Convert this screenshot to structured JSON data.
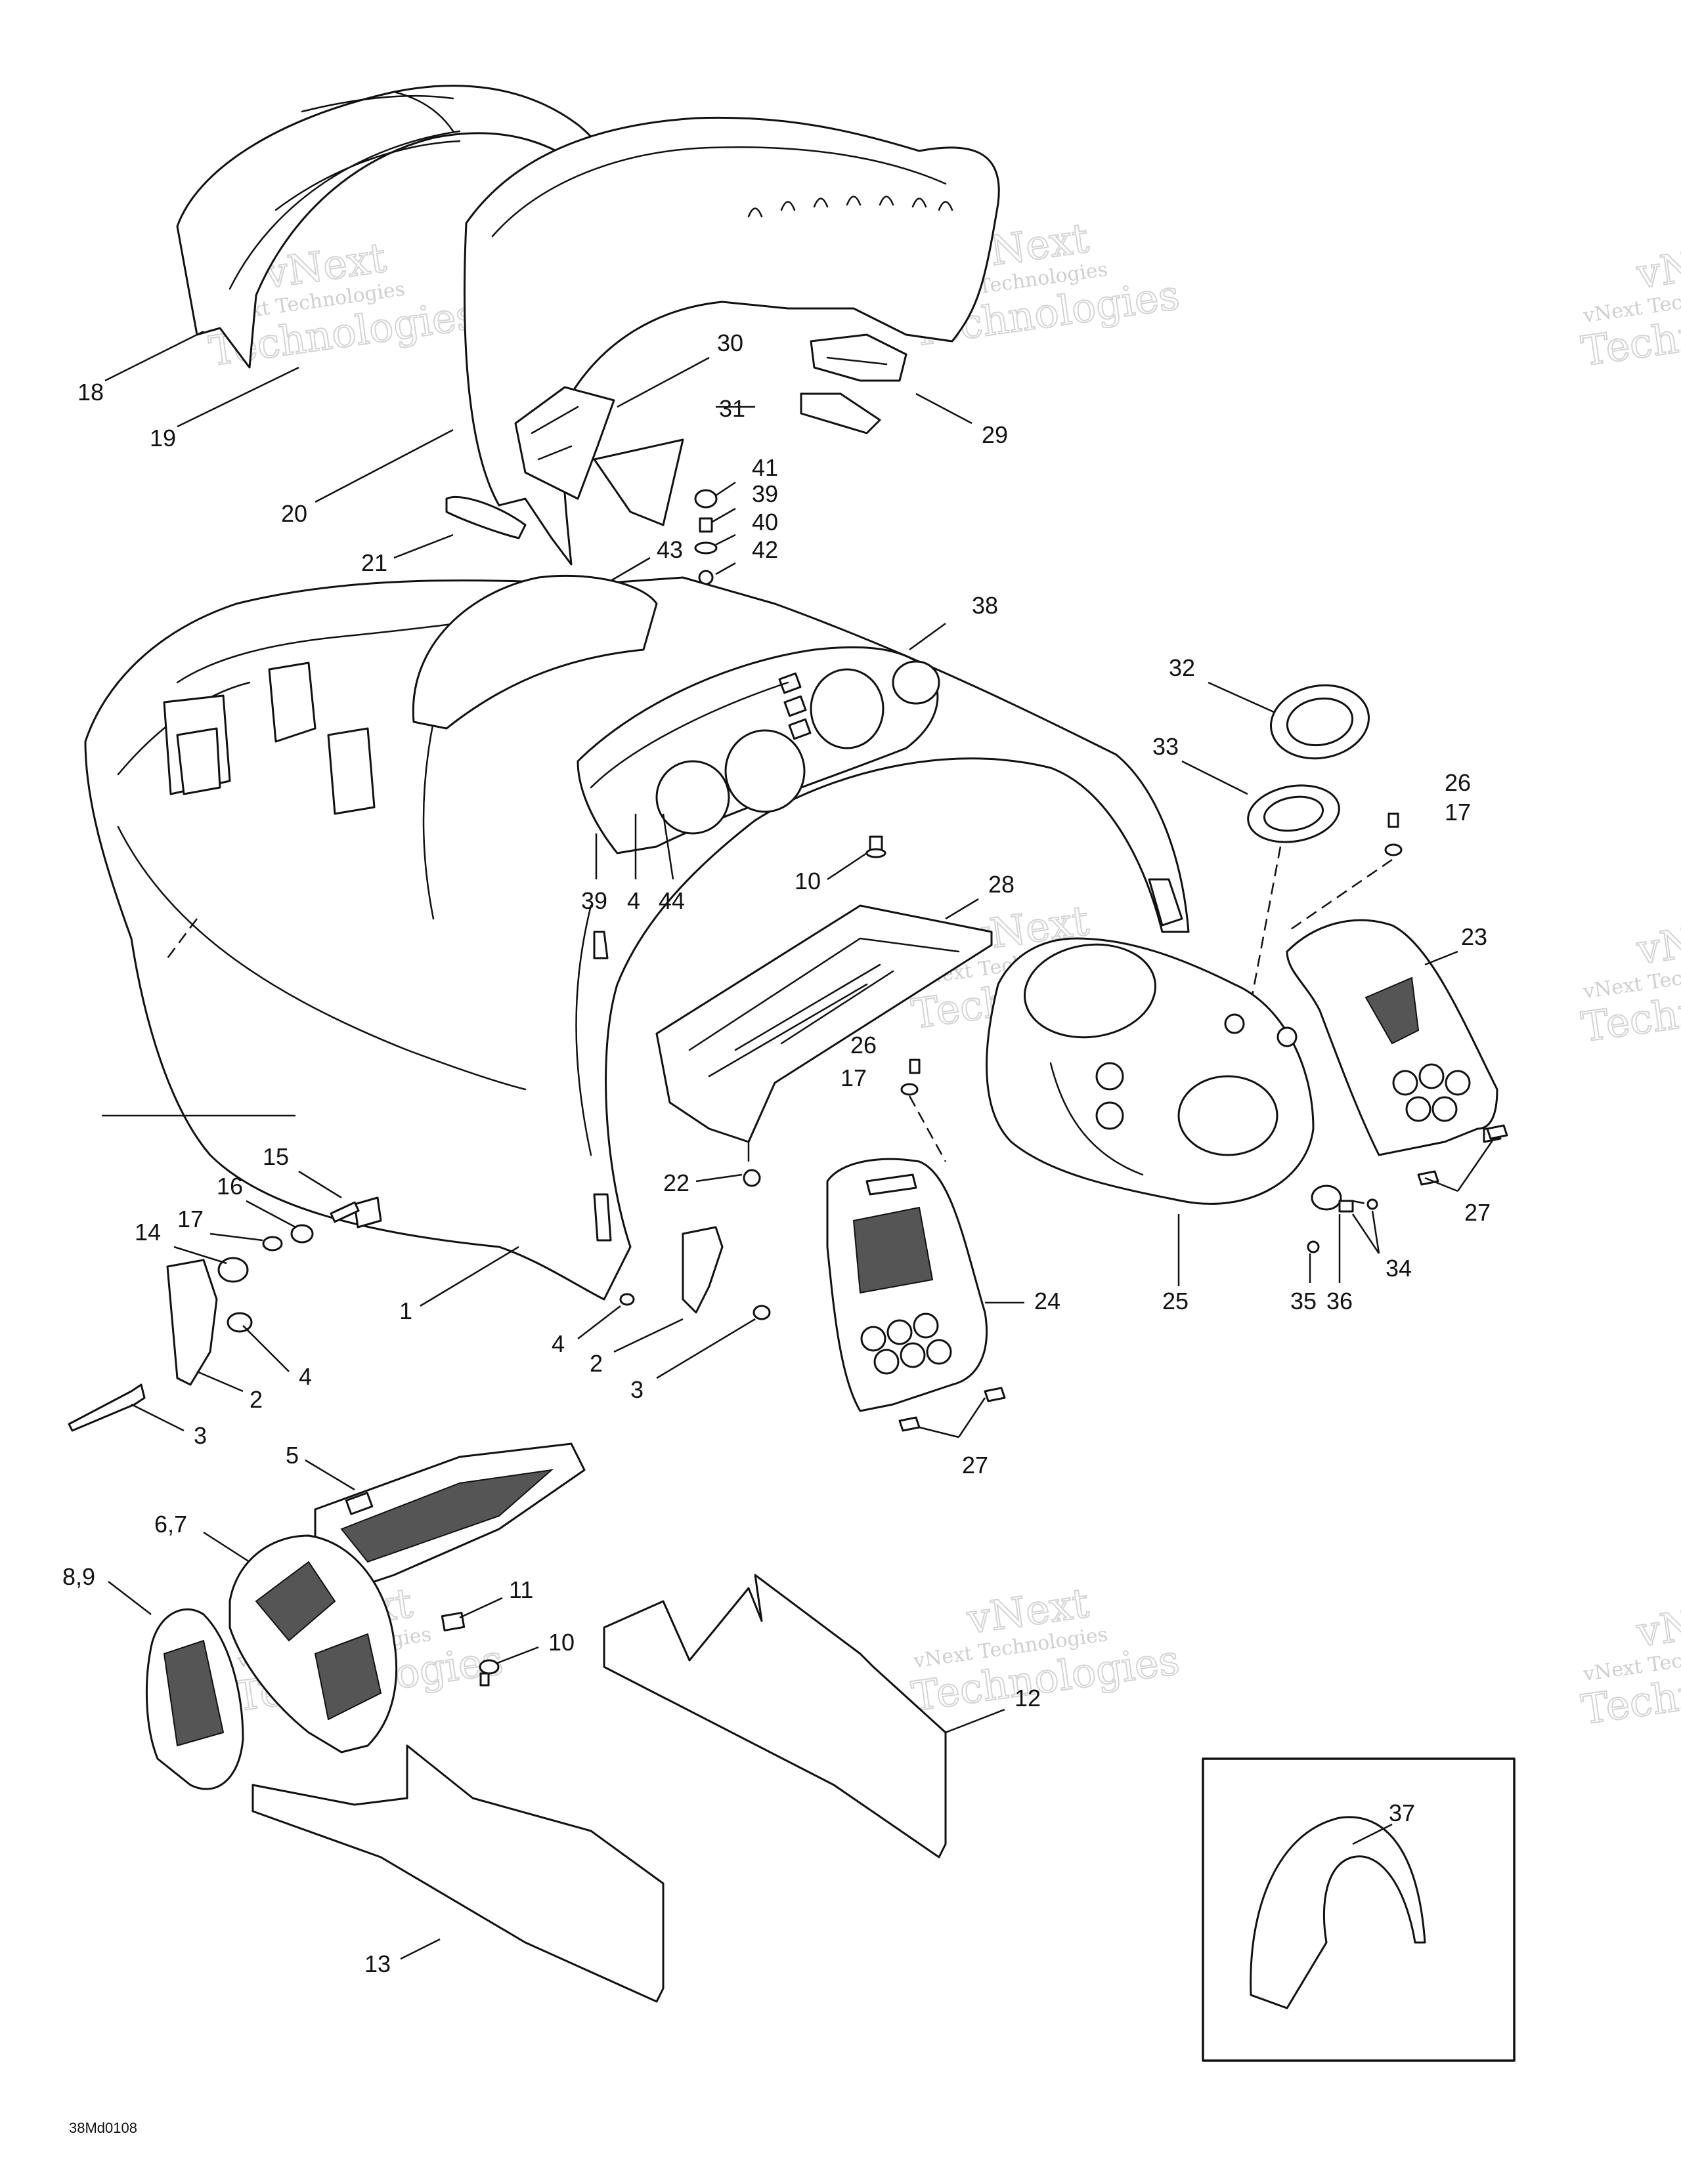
{
  "diagram_code": "38Md0108",
  "watermark": {
    "line1": "vNext",
    "line2": "vNext Technologies",
    "line3": "Technologies"
  },
  "callouts": [
    {
      "id": "c18",
      "label": "18"
    },
    {
      "id": "c19",
      "label": "19"
    },
    {
      "id": "c20",
      "label": "20"
    },
    {
      "id": "c21",
      "label": "21"
    },
    {
      "id": "c30",
      "label": "30"
    },
    {
      "id": "c31",
      "label": "31"
    },
    {
      "id": "c29",
      "label": "29"
    },
    {
      "id": "c41",
      "label": "41"
    },
    {
      "id": "c39a",
      "label": "39"
    },
    {
      "id": "c40",
      "label": "40"
    },
    {
      "id": "c42",
      "label": "42"
    },
    {
      "id": "c43",
      "label": "43"
    },
    {
      "id": "c38",
      "label": "38"
    },
    {
      "id": "c32",
      "label": "32"
    },
    {
      "id": "c33",
      "label": "33"
    },
    {
      "id": "c26a",
      "label": "26"
    },
    {
      "id": "c17a",
      "label": "17"
    },
    {
      "id": "c39b",
      "label": "39"
    },
    {
      "id": "c4a",
      "label": "4"
    },
    {
      "id": "c44",
      "label": "44"
    },
    {
      "id": "c10a",
      "label": "10"
    },
    {
      "id": "c28",
      "label": "28"
    },
    {
      "id": "c23",
      "label": "23"
    },
    {
      "id": "c26b",
      "label": "26"
    },
    {
      "id": "c17b",
      "label": "17"
    },
    {
      "id": "c22",
      "label": "22"
    },
    {
      "id": "c15",
      "label": "15"
    },
    {
      "id": "c16",
      "label": "16"
    },
    {
      "id": "c17c",
      "label": "17"
    },
    {
      "id": "c14",
      "label": "14"
    },
    {
      "id": "c1",
      "label": "1"
    },
    {
      "id": "c27a",
      "label": "27"
    },
    {
      "id": "c4b",
      "label": "4"
    },
    {
      "id": "c2a",
      "label": "2"
    },
    {
      "id": "c3a",
      "label": "3"
    },
    {
      "id": "c24",
      "label": "24"
    },
    {
      "id": "c25",
      "label": "25"
    },
    {
      "id": "c34",
      "label": "34"
    },
    {
      "id": "c35",
      "label": "35"
    },
    {
      "id": "c36",
      "label": "36"
    },
    {
      "id": "c4c",
      "label": "4"
    },
    {
      "id": "c2b",
      "label": "2"
    },
    {
      "id": "c3b",
      "label": "3"
    },
    {
      "id": "c27b",
      "label": "27"
    },
    {
      "id": "c5",
      "label": "5"
    },
    {
      "id": "c67",
      "label": "6,7"
    },
    {
      "id": "c89",
      "label": "8,9"
    },
    {
      "id": "c11",
      "label": "11"
    },
    {
      "id": "c10b",
      "label": "10"
    },
    {
      "id": "c12",
      "label": "12"
    },
    {
      "id": "c13",
      "label": "13"
    },
    {
      "id": "c37",
      "label": "37"
    }
  ]
}
